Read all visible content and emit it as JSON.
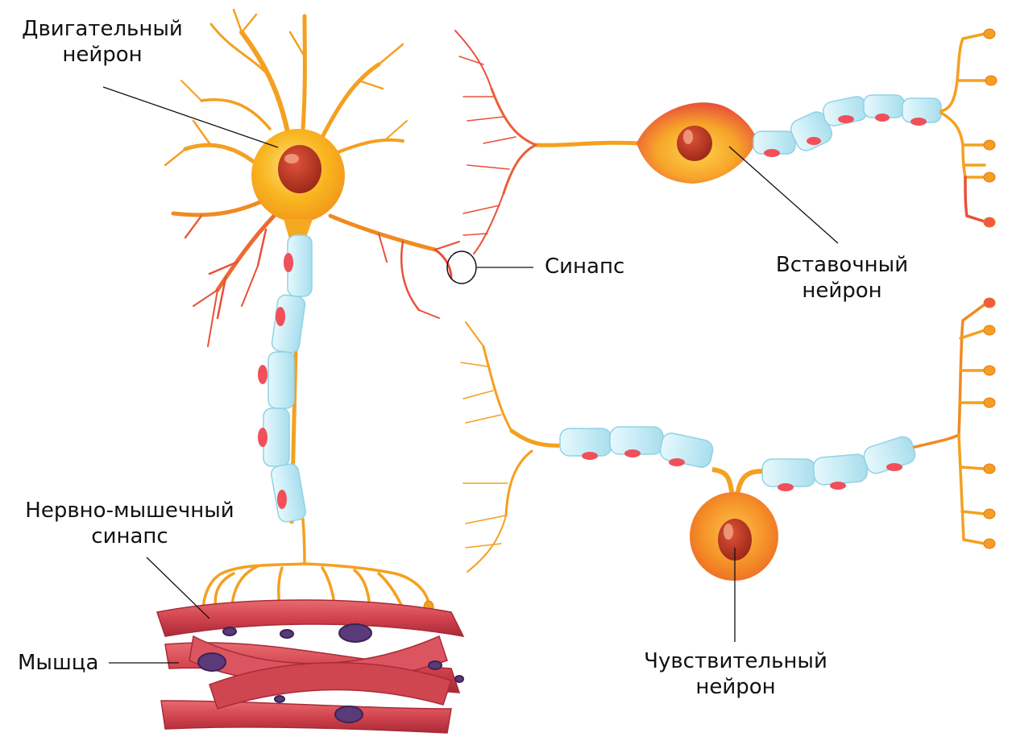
{
  "labels": {
    "motor_line1": "Двигательный",
    "motor_line2": "нейрон",
    "neuromuscular_line1": "Нервно-мышечный",
    "neuromuscular_line2": "синапс",
    "muscle": "Мышца",
    "synapse": "Синапс",
    "interneuron_line1": "Вставочный",
    "interneuron_line2": "нейрон",
    "sensory_line1": "Чувствительный",
    "sensory_line2": "нейрон"
  },
  "colors": {
    "soma_yellow": "#F7B21E",
    "soma_orange": "#F08A22",
    "dendrite_red": "#E8503A",
    "nucleus": "#B8321E",
    "myelin": "#CDEFF7",
    "myelin_edge": "#8FD3E6",
    "node_red": "#F0505A",
    "muscle": "#D94B55",
    "muscle_dark": "#B0323E",
    "muscle_nucleus": "#5B3A7A"
  }
}
